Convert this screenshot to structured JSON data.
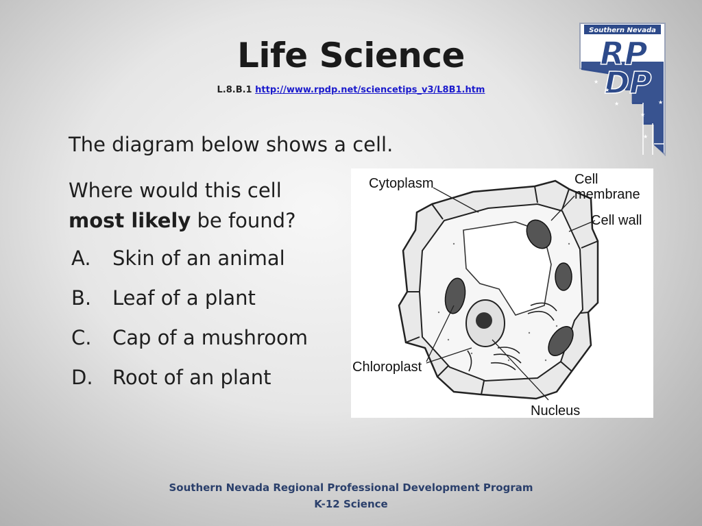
{
  "title": "Life Science",
  "subline": {
    "code": "L.8.B.1",
    "url": "http://www.rpdp.net/sciencetips_v3/L8B1.htm"
  },
  "logo": {
    "top_text": "Southern Nevada",
    "line1": "RP",
    "line2": "DP",
    "icon": "nevada-state-shape-icon"
  },
  "question": {
    "line1": "The diagram below shows a cell.",
    "line2_start": "Where would this cell",
    "line2_bold": "most likely",
    "line2_end": "be found?"
  },
  "options": [
    {
      "letter": "A.",
      "text": "Skin of an animal"
    },
    {
      "letter": "B.",
      "text": "Leaf of a plant"
    },
    {
      "letter": "C.",
      "text": "Cap of a mushroom"
    },
    {
      "letter": "D.",
      "text": "Root of an plant"
    }
  ],
  "diagram": {
    "labels": {
      "cytoplasm": "Cytoplasm",
      "membrane1": "Cell",
      "membrane2": "membrane",
      "wall": "Cell wall",
      "chloroplast": "Chloroplast",
      "nucleus": "Nucleus"
    }
  },
  "footer": {
    "line1": "Southern Nevada Regional Professional Development Program",
    "line2": "K-12 Science"
  }
}
